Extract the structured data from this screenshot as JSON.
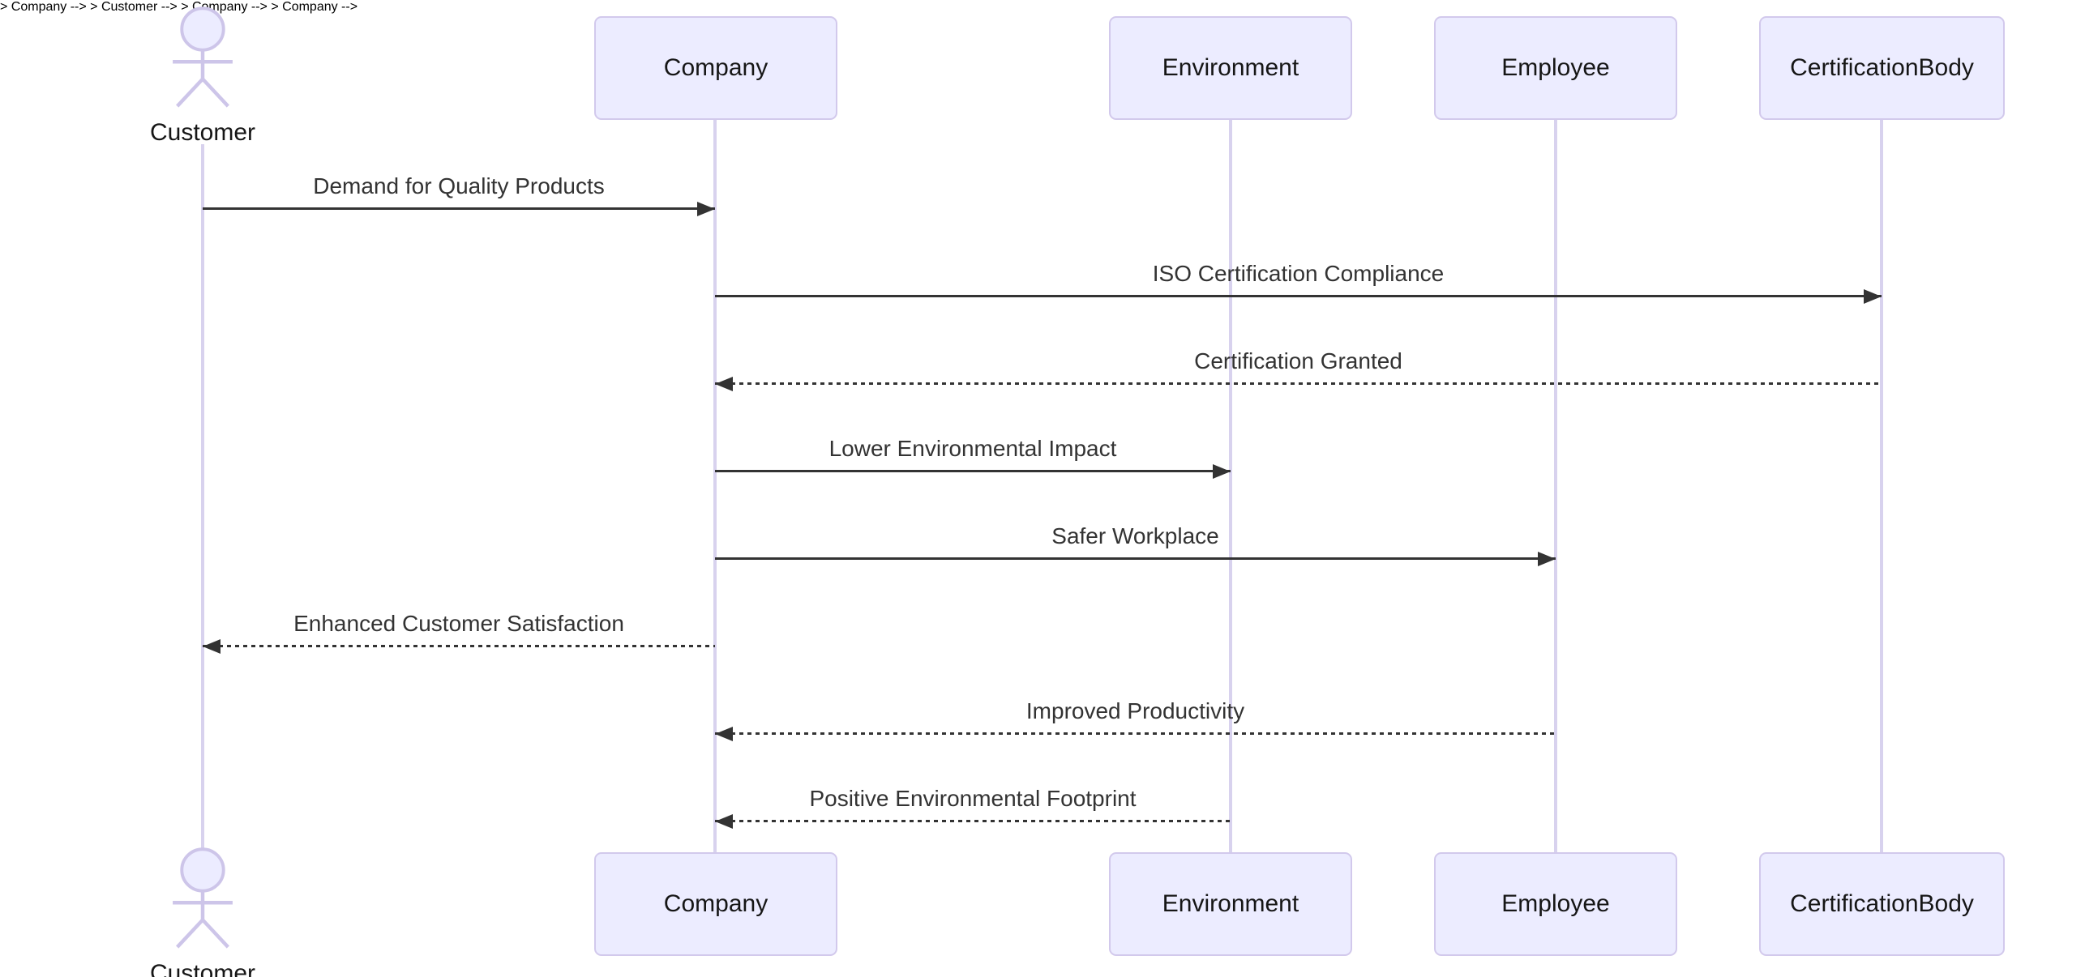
{
  "diagram": {
    "type": "sequence-diagram",
    "background_color": "#ffffff",
    "colors": {
      "participant_fill": "#ececff",
      "participant_border": "#d2c9ec",
      "lifeline": "#d8d2ee",
      "message_line": "#333333",
      "text": "#161616",
      "message_text": "#333333"
    },
    "icons": {
      "actor": "stick-figure-icon"
    },
    "actor": {
      "name": "Customer"
    },
    "participants": [
      {
        "name": "Company"
      },
      {
        "name": "Environment"
      },
      {
        "name": "Employee"
      },
      {
        "name": "CertificationBody"
      }
    ],
    "messages": [
      {
        "from": "Customer",
        "to": "Company",
        "label": "Demand for Quality Products",
        "line": "solid",
        "direction": "right"
      },
      {
        "from": "Company",
        "to": "CertificationBody",
        "label": "ISO Certification Compliance",
        "line": "solid",
        "direction": "right"
      },
      {
        "from": "CertificationBody",
        "to": "Company",
        "label": "Certification Granted",
        "line": "dotted",
        "direction": "left"
      },
      {
        "from": "Company",
        "to": "Environment",
        "label": "Lower Environmental Impact",
        "line": "solid",
        "direction": "right"
      },
      {
        "from": "Company",
        "to": "Employee",
        "label": "Safer Workplace",
        "line": "solid",
        "direction": "right"
      },
      {
        "from": "Company",
        "to": "Customer",
        "label": "Enhanced Customer Satisfaction",
        "line": "dotted",
        "direction": "left"
      },
      {
        "from": "Employee",
        "to": "Company",
        "label": "Improved Productivity",
        "line": "dotted",
        "direction": "left"
      },
      {
        "from": "Environment",
        "to": "Company",
        "label": "Positive Environmental Footprint",
        "line": "dotted",
        "direction": "left"
      }
    ]
  }
}
